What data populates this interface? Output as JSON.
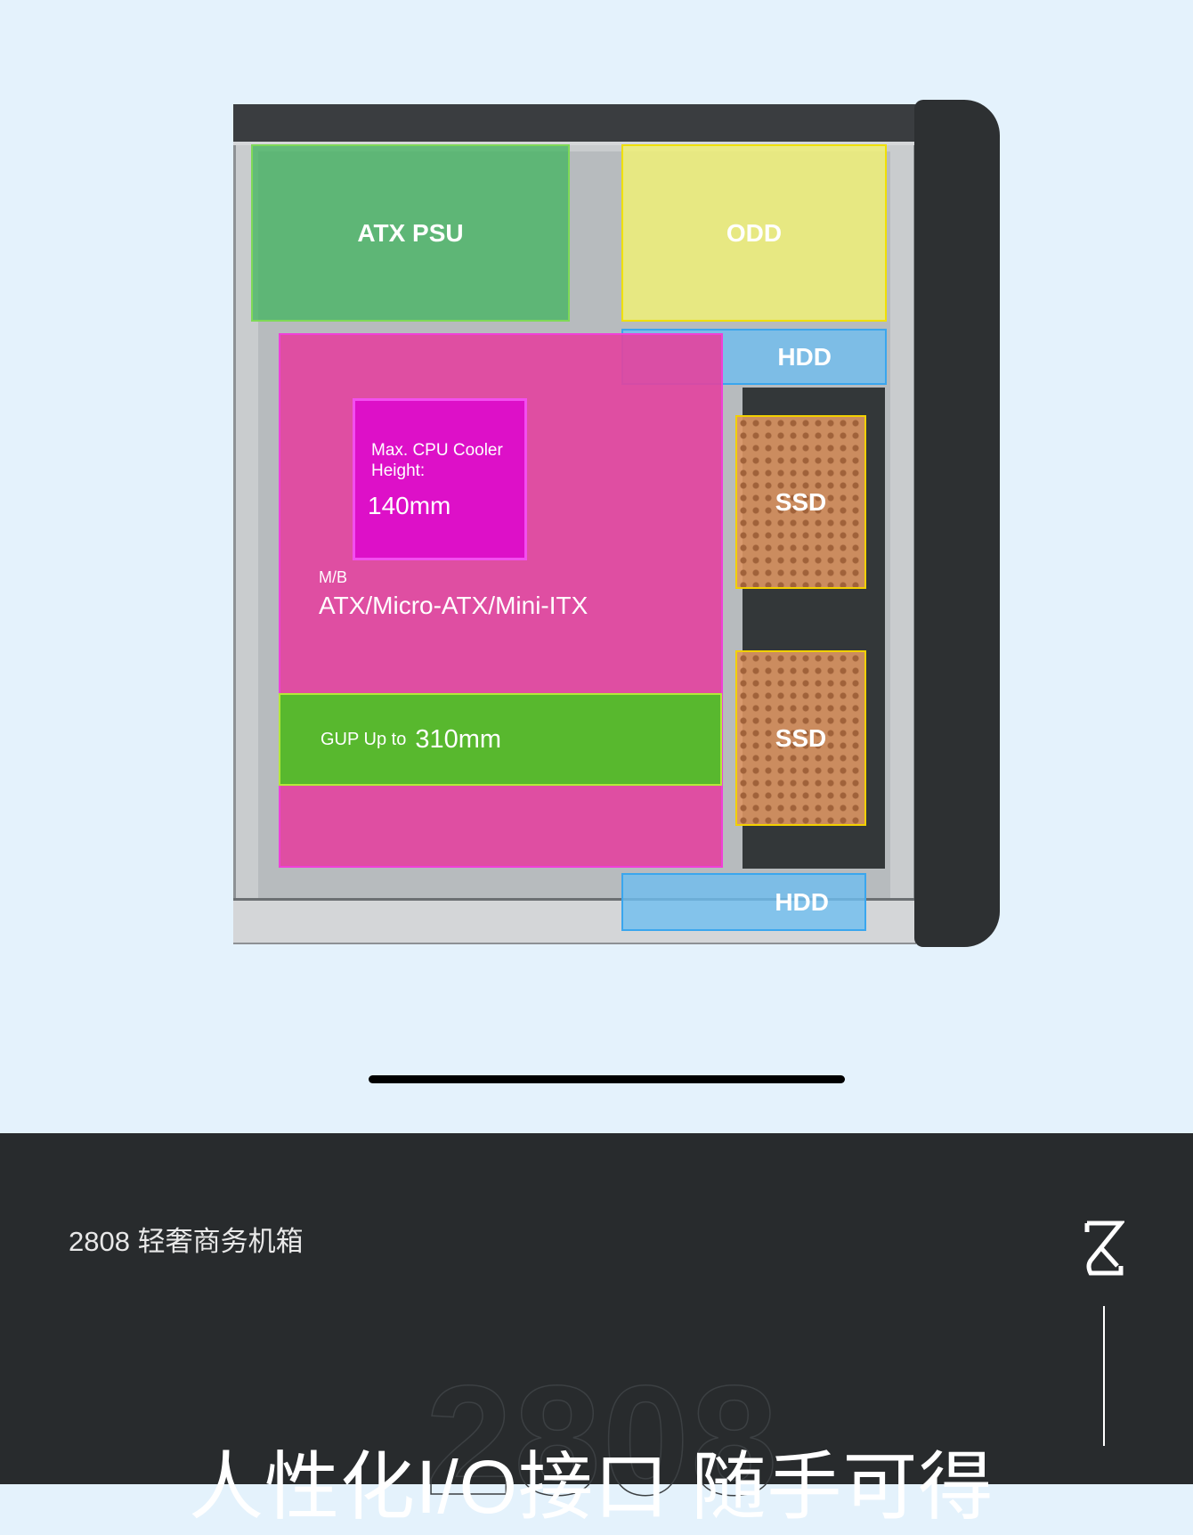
{
  "diagram": {
    "psu_label": "ATX PSU",
    "odd_label": "ODD",
    "hdd_top_label": "HDD",
    "hdd_bottom_label": "HDD",
    "ssd1_label": "SSD",
    "ssd2_label": "SSD",
    "cpu_title": "Max. CPU Cooler Height:",
    "cpu_value": "140mm",
    "mb_prefix": "M/B",
    "mb_value": "ATX/Micro-ATX/Mini-ITX",
    "gpu_prefix": "GUP Up to",
    "gpu_value": "310mm",
    "colors": {
      "psu": "#3cb45a",
      "odd": "#f0f078",
      "hdd": "#6ebef0",
      "mb": "#e244a0",
      "cpu": "#dd10c8",
      "gpu": "#50be28",
      "ssd": "#dc9664"
    }
  },
  "footer": {
    "subtitle": "2808 轻奢商务机箱",
    "ghost": "2808",
    "headline": "人性化I/O接口 随手可得",
    "logo": "S"
  }
}
